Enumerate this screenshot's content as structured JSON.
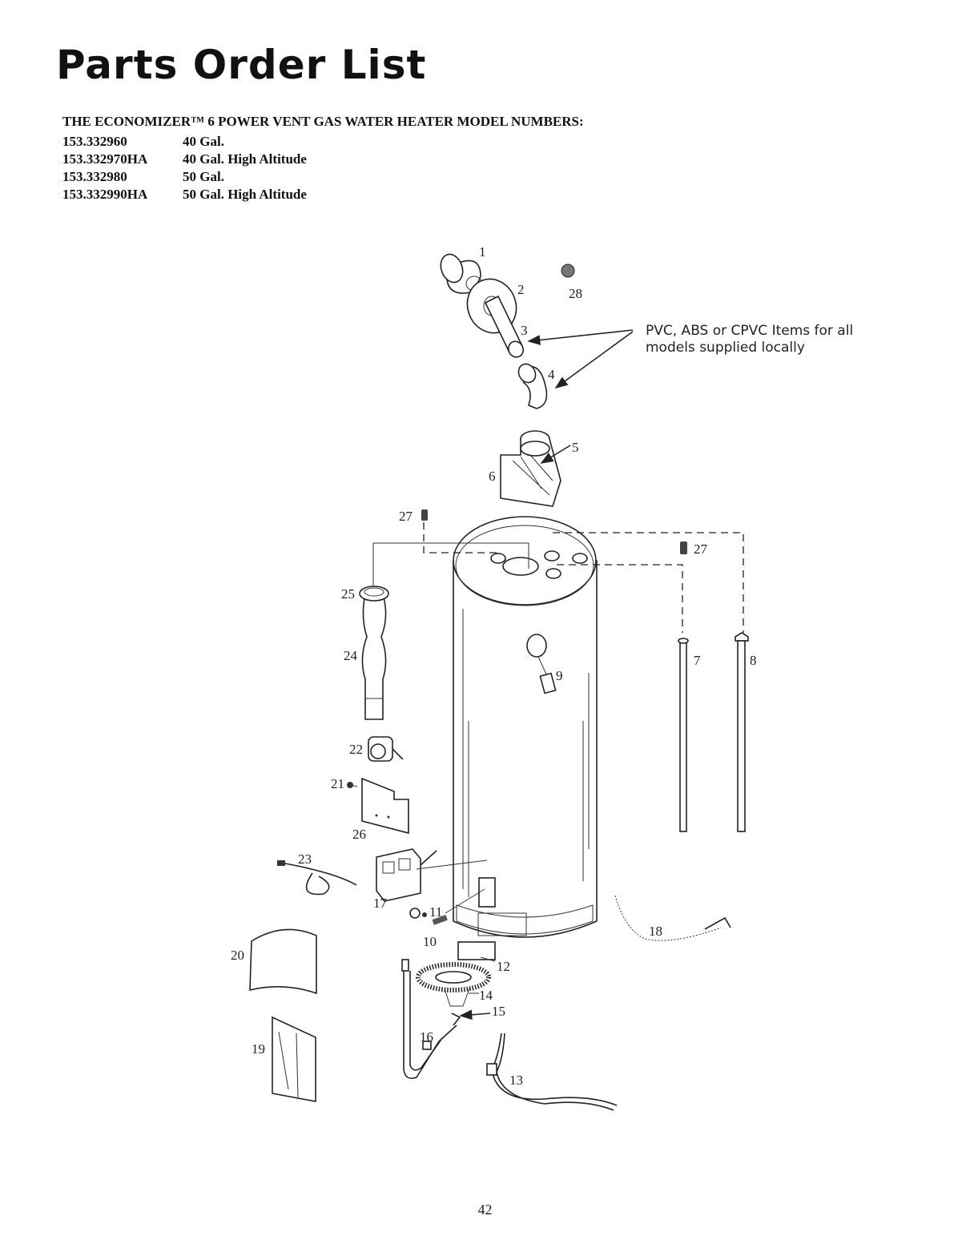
{
  "header": {
    "title": "Parts Order List",
    "subtitle": "THE ECONOMIZER™ 6 POWER VENT GAS WATER HEATER MODEL NUMBERS:"
  },
  "models": [
    {
      "number": "153.332960",
      "description": "40 Gal."
    },
    {
      "number": "153.332970HA",
      "description": "40 Gal. High Altitude"
    },
    {
      "number": "153.332980",
      "description": "50 Gal."
    },
    {
      "number": "153.332990HA",
      "description": "50 Gal. High Altitude"
    }
  ],
  "note": "PVC, ABS or CPVC Items for all models supplied locally",
  "part_labels": {
    "p1": "1",
    "p2": "2",
    "p3": "3",
    "p4": "4",
    "p5": "5",
    "p6": "6",
    "p7": "7",
    "p8": "8",
    "p9": "9",
    "p10": "10",
    "p11": "11",
    "p12": "12",
    "p13": "13",
    "p14": "14",
    "p15": "15",
    "p16": "16",
    "p17": "17",
    "p18": "18",
    "p19": "19",
    "p20": "20",
    "p21": "21",
    "p22": "22",
    "p23": "23",
    "p24": "24",
    "p25": "25",
    "p26": "26",
    "p27a": "27",
    "p27b": "27",
    "p28": "28"
  },
  "page_number": "42"
}
